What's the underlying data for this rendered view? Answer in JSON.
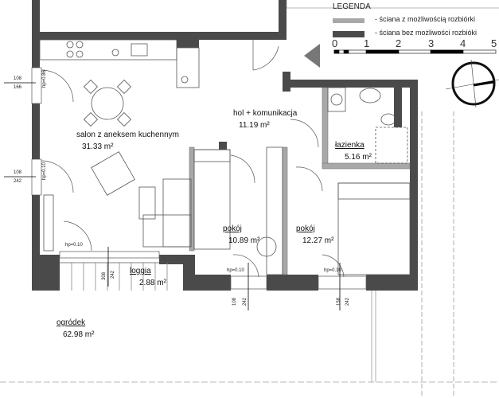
{
  "legend": {
    "title": "LEGENDA",
    "items": [
      {
        "label": "- ściana z możliwością rozbiórki",
        "color": "#a8a8a8"
      },
      {
        "label": "- ściana bez możliwości rozbióki",
        "color": "#4a4a4a"
      }
    ],
    "scale_labels": [
      "0",
      "1",
      "2",
      "3",
      "4",
      "5"
    ]
  },
  "rooms": [
    {
      "name": "salon z aneksem kuchennym",
      "area": "31.33  m²"
    },
    {
      "name": "hol + komunikacja",
      "area": "11.19  m²"
    },
    {
      "name": "łazienka",
      "area": "5.16  m²"
    },
    {
      "name": "pokój",
      "area": "10.89  m²"
    },
    {
      "name": "pokój",
      "area": "12.27  m²"
    },
    {
      "name": "loggia",
      "area": "2.88  m²"
    },
    {
      "name": "ogródek",
      "area": "62.98  m²"
    }
  ],
  "openings": {
    "w1": {
      "top": "108",
      "bottom": "166",
      "hp": "hp=0.86"
    },
    "w2": {
      "top": "108",
      "bottom": "242",
      "hp": "hp=0.10"
    },
    "loggia_door": {
      "hp": "hp=0.10",
      "a": "308",
      "b": "242"
    },
    "d1": {
      "hp": "hp=0.10",
      "a": "108",
      "b": "242"
    },
    "d2": {
      "hp": "hp=0.10",
      "a": "158",
      "b": "242"
    }
  },
  "colors": {
    "wall_permanent": "#4a4a4a",
    "wall_removable": "#a8a8a8"
  }
}
